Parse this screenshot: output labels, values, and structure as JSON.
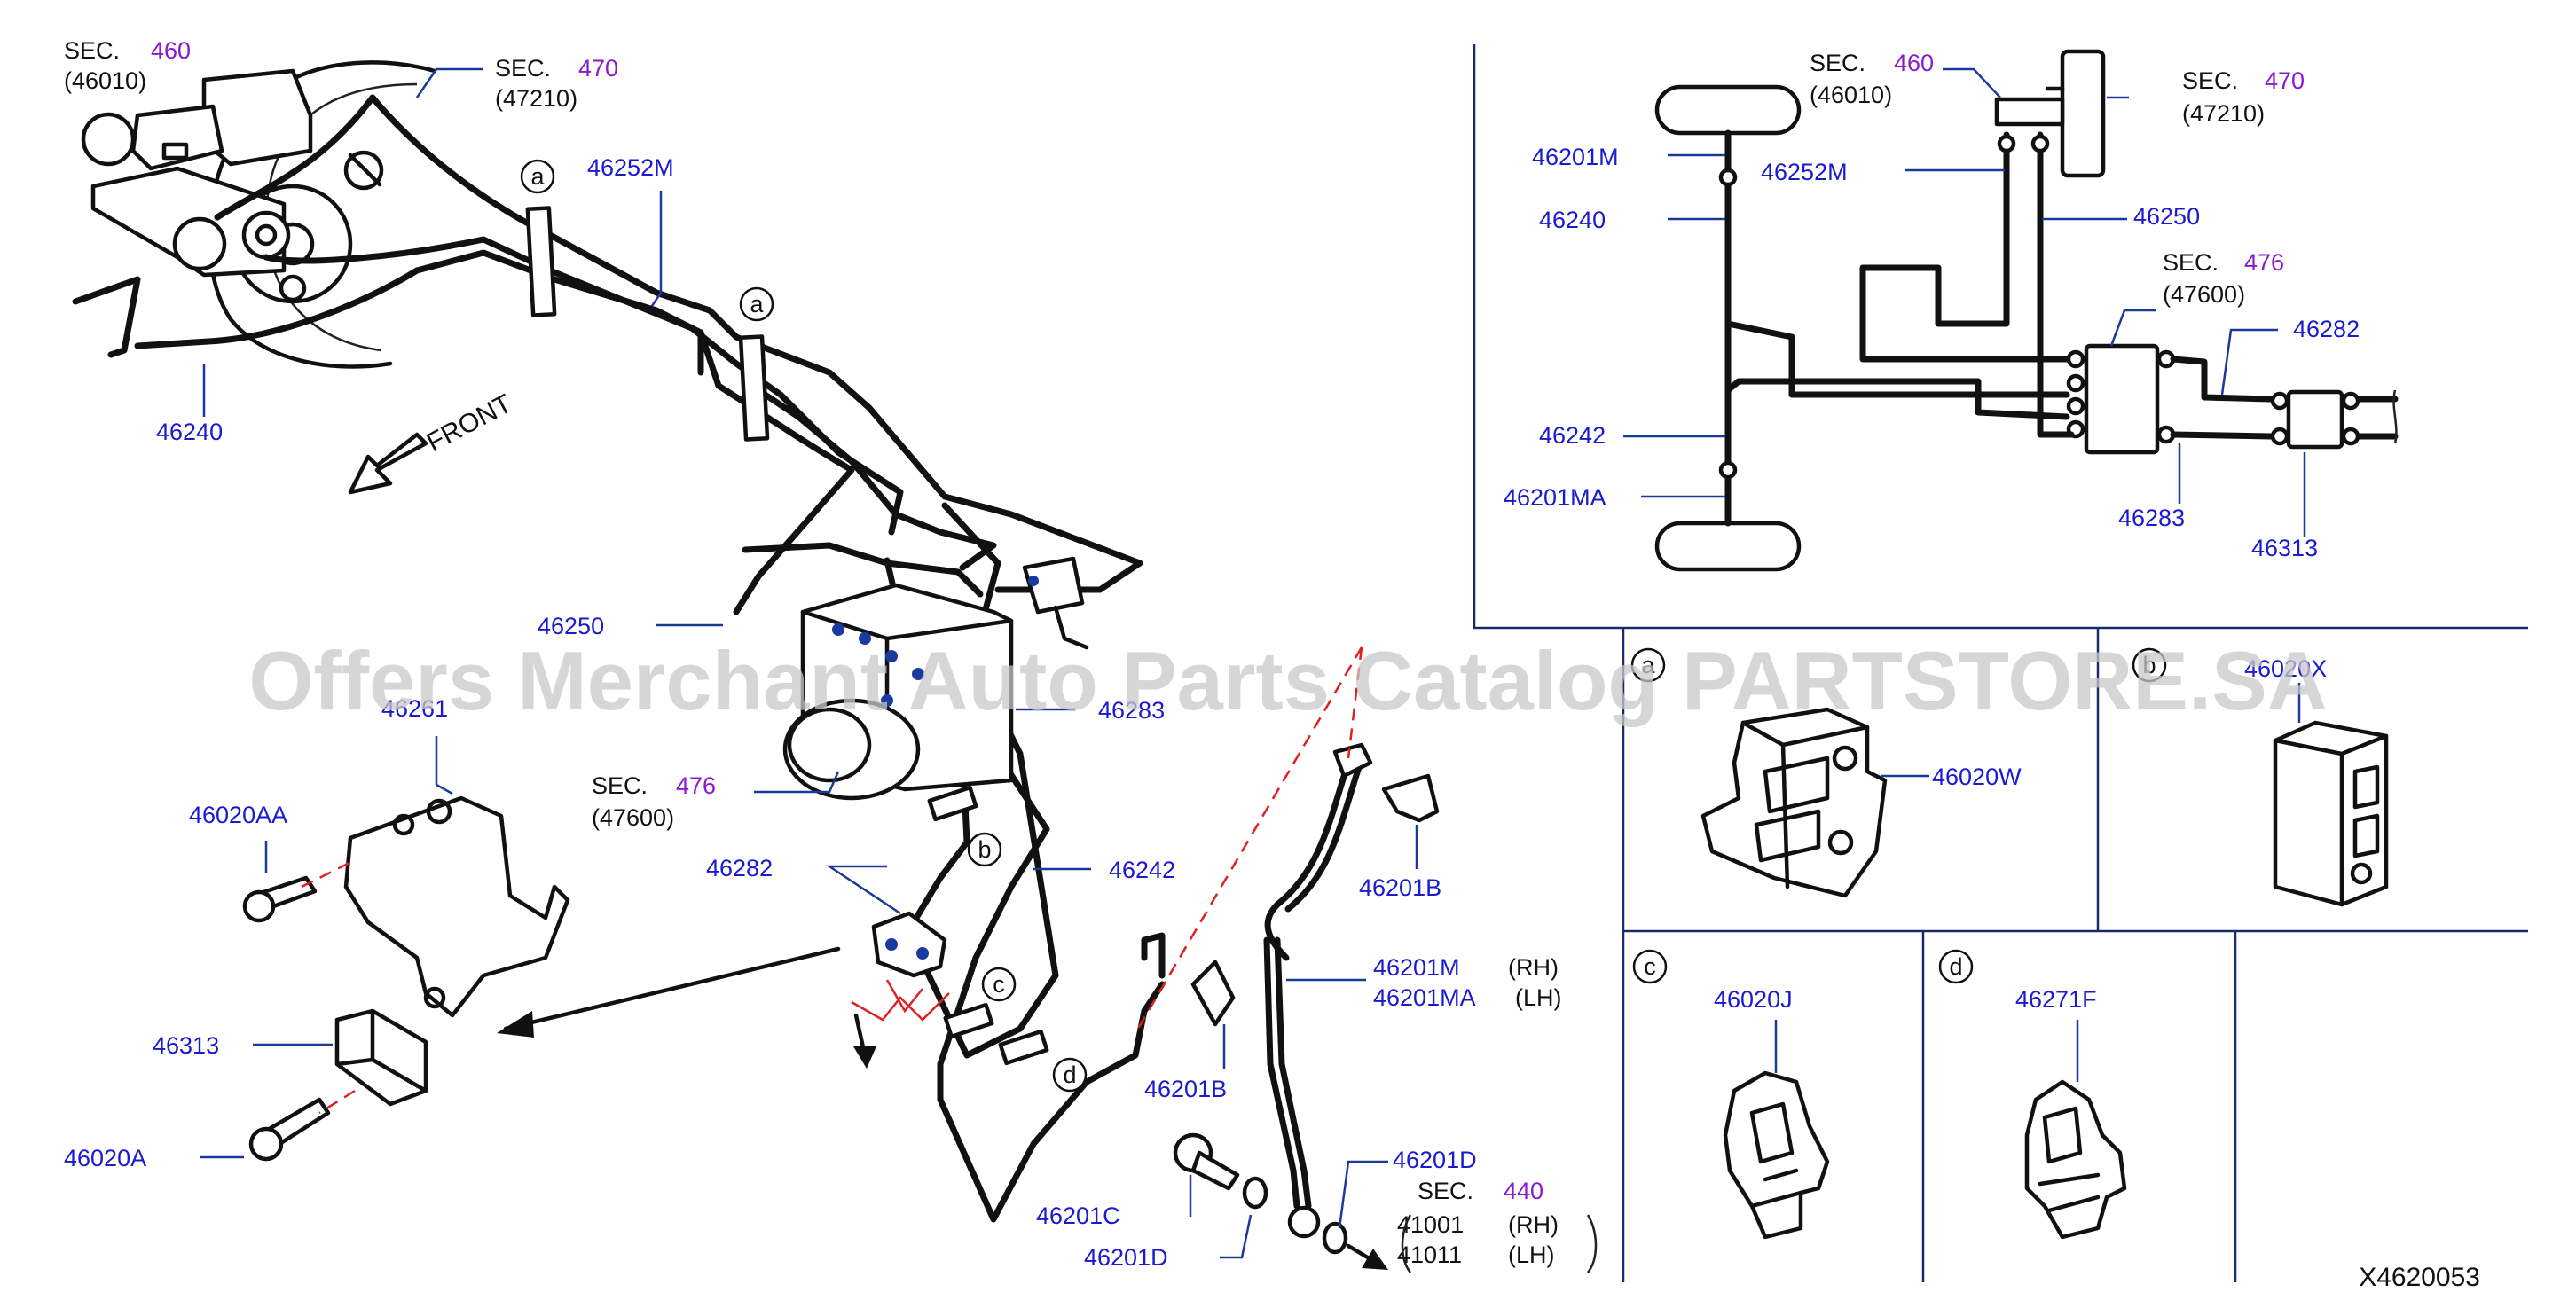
{
  "diagram": {
    "code": "X4620053",
    "watermark": "Offers Merchant Auto Parts Catalog PARTSTORE.SA",
    "front_label": "FRONT",
    "sections": {
      "sec_word": "SEC.",
      "s460": {
        "num": "460",
        "sub": "(46010)"
      },
      "s470": {
        "num": "470",
        "sub": "(47210)"
      },
      "s476": {
        "num": "476",
        "sub": "(47600)"
      },
      "s440": {
        "num": "440",
        "line1": "41001",
        "line1_side": "(RH)",
        "line2": "41011",
        "line2_side": "(LH)"
      }
    },
    "main_parts": {
      "p46252M": "46252M",
      "p46240": "46240",
      "p46250": "46250",
      "p46261": "46261",
      "p46283": "46283",
      "p46020AA": "46020AA",
      "p46282": "46282",
      "p46242": "46242",
      "p46313": "46313",
      "p46020A": "46020A",
      "p46201B_top": "46201B",
      "p46201M": "46201M",
      "p46201MA": "46201MA",
      "rh": "(RH)",
      "lh": "(LH)",
      "p46201B_bottom": "46201B",
      "p46201C": "46201C",
      "p46201D_left": "46201D",
      "p46201D_right": "46201D"
    },
    "schematic_parts": {
      "p46201M": "46201M",
      "p46252M": "46252M",
      "p46240": "46240",
      "p46250": "46250",
      "p46282": "46282",
      "p46242": "46242",
      "p46201MA": "46201MA",
      "p46283": "46283",
      "p46313": "46313"
    },
    "callouts": {
      "a": "a",
      "b": "b",
      "c": "c",
      "d": "d"
    },
    "detail_panels": {
      "a": {
        "letter": "a",
        "part": "46020W"
      },
      "b": {
        "letter": "b",
        "part": "46020X"
      },
      "c": {
        "letter": "c",
        "part": "46020J"
      },
      "d": {
        "letter": "d",
        "part": "46271F"
      }
    }
  }
}
